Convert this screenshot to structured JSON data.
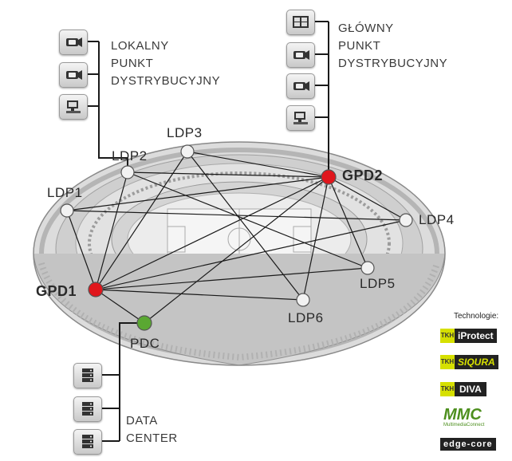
{
  "blocks": {
    "lokalny": {
      "lines": [
        "LOKALNY",
        "PUNKT",
        "DYSTRYBUCYJNY"
      ],
      "icons": [
        "camera-icon",
        "camera-icon",
        "workstation-icon"
      ]
    },
    "glowny": {
      "lines": [
        "GŁÓWNY",
        "PUNKT",
        "DYSTRYBUCYJNY"
      ],
      "icons": [
        "monitor-wall-icon",
        "camera-icon",
        "camera-icon",
        "workstation-icon"
      ]
    },
    "data_center": {
      "lines": [
        "DATA",
        "CENTER"
      ],
      "icons": [
        "server-icon",
        "server-icon",
        "server-icon"
      ]
    }
  },
  "nodes": [
    {
      "id": "LDP1",
      "label": "LDP1",
      "kind": "local"
    },
    {
      "id": "LDP2",
      "label": "LDP2",
      "kind": "local"
    },
    {
      "id": "LDP3",
      "label": "LDP3",
      "kind": "local"
    },
    {
      "id": "GPD2",
      "label": "GPD2",
      "kind": "main"
    },
    {
      "id": "LDP4",
      "label": "LDP4",
      "kind": "local"
    },
    {
      "id": "LDP5",
      "label": "LDP5",
      "kind": "local"
    },
    {
      "id": "LDP6",
      "label": "LDP6",
      "kind": "local"
    },
    {
      "id": "GPD1",
      "label": "GPD1",
      "kind": "main"
    },
    {
      "id": "PDC",
      "label": "PDC",
      "kind": "datacenter"
    }
  ],
  "links": [
    [
      "GPD1",
      "LDP1"
    ],
    [
      "GPD1",
      "LDP2"
    ],
    [
      "GPD1",
      "LDP3"
    ],
    [
      "GPD1",
      "GPD2"
    ],
    [
      "GPD1",
      "LDP4"
    ],
    [
      "GPD1",
      "LDP5"
    ],
    [
      "GPD1",
      "LDP6"
    ],
    [
      "GPD1",
      "PDC"
    ],
    [
      "GPD2",
      "LDP1"
    ],
    [
      "GPD2",
      "LDP2"
    ],
    [
      "GPD2",
      "LDP3"
    ],
    [
      "GPD2",
      "LDP4"
    ],
    [
      "GPD2",
      "LDP5"
    ],
    [
      "GPD2",
      "LDP6"
    ],
    [
      "GPD2",
      "PDC"
    ],
    [
      "LDP1",
      "LDP4"
    ],
    [
      "LDP2",
      "LDP5"
    ],
    [
      "LDP3",
      "LDP6"
    ]
  ],
  "technologies": {
    "title": "Technologie:",
    "logos": [
      {
        "name": "iProtect",
        "text": "iProtect",
        "badge": "TKH"
      },
      {
        "name": "Siqura",
        "text": "SIQURA",
        "badge": "TKH"
      },
      {
        "name": "Diva",
        "text": "DIVA",
        "badge": "TKH"
      },
      {
        "name": "MMC",
        "text": "MMC",
        "sub": "MultimediaConnect"
      },
      {
        "name": "edge-core",
        "text": "edge-core"
      }
    ]
  },
  "colors": {
    "main_node": "#e0161c",
    "datacenter_node": "#5aa832",
    "local_node": "#f2f2f2",
    "line": "#1a1a1a",
    "logo_yellow": "#d6e000",
    "logo_green": "#4d8f1e"
  }
}
